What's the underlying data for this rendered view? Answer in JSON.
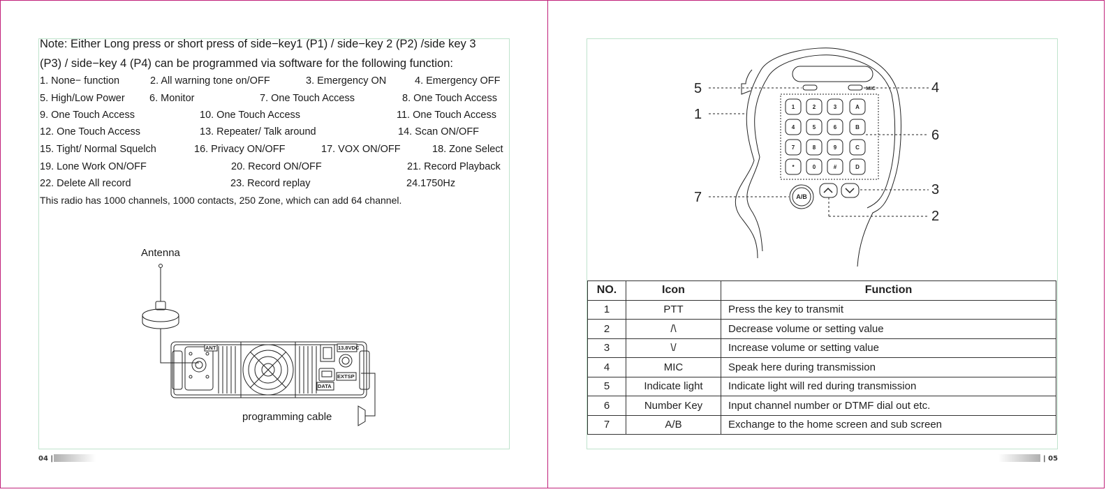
{
  "note": {
    "line1": "Note: Either Long press or short press of side−key1 (P1) / side−key 2 (P2) /side key 3",
    "line2": "(P3) / side−key 4 (P4)  can be programmed via software for the following function:"
  },
  "functions": [
    [
      "1. None− function",
      "2. All warning tone on/OFF",
      "3. Emergency ON",
      "4. Emergency OFF"
    ],
    [
      "5. High/Low Power",
      "6. Monitor",
      "7. One Touch Access",
      "8. One Touch Access"
    ],
    [
      "9. One Touch Access",
      "10. One Touch Access",
      "11. One Touch Access"
    ],
    [
      "12. One Touch Access",
      "13. Repeater/ Talk around",
      "14. Scan ON/OFF"
    ],
    [
      "15. Tight/ Normal Squelch",
      "16. Privacy ON/OFF",
      "17. VOX ON/OFF",
      "18. Zone Select"
    ],
    [
      "19. Lone Work ON/OFF",
      "20. Record ON/OFF",
      "21. Record Playback"
    ],
    [
      "22. Delete All record",
      "23. Record replay",
      "24.1750Hz"
    ]
  ],
  "capacity_note": "This radio has 1000 channels, 1000 contacts, 250 Zone, which can add 64 channel.",
  "radio_diagram": {
    "antenna_label": "Antenna",
    "cable_label": "programming cable",
    "port_ant": "ANT",
    "port_power": "13.8VDC",
    "port_extsp": "EXTSP",
    "port_data": "DATA"
  },
  "mic_diagram": {
    "callouts": [
      "5",
      "1",
      "7",
      "4",
      "6",
      "3",
      "2"
    ],
    "mic_label": "MIC",
    "ab_key": "A/B",
    "keys": [
      [
        "1",
        "2",
        "3",
        "A"
      ],
      [
        "4",
        "5",
        "6",
        "B"
      ],
      [
        "7",
        "8",
        "9",
        "C"
      ],
      [
        "*",
        "0",
        "#",
        "D"
      ]
    ]
  },
  "table": {
    "headers": [
      "NO.",
      "Icon",
      "Function"
    ],
    "rows": [
      [
        "1",
        "PTT",
        "Press the key to transmit"
      ],
      [
        "2",
        "/\\",
        "Decrease volume or setting value"
      ],
      [
        "3",
        "\\/",
        "Increase volume or setting value"
      ],
      [
        "4",
        "MIC",
        "Speak here during transmission"
      ],
      [
        "5",
        "Indicate light",
        "Indicate light will red during transmission"
      ],
      [
        "6",
        "Number Key",
        "Input channel number or DTMF dial out etc."
      ],
      [
        "7",
        "A/B",
        "Exchange to the home screen and sub screen"
      ]
    ]
  },
  "page_left": "04",
  "page_right": "05",
  "colors": {
    "border": "#c0207a",
    "panel": "#bfe3cc"
  }
}
